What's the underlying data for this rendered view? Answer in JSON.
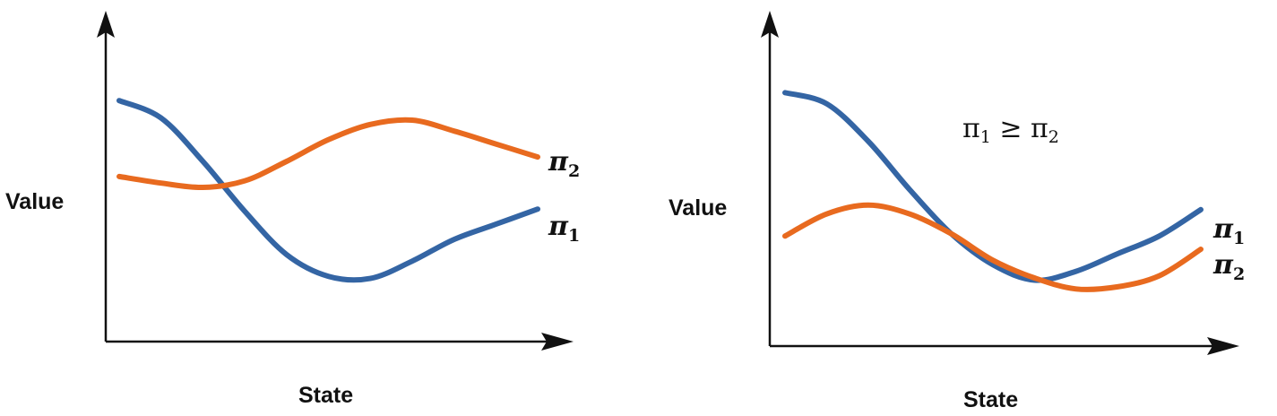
{
  "colors": {
    "pi1": "#3465a4",
    "pi2": "#e86a1f",
    "axis": "#111111",
    "background": "#ffffff"
  },
  "chart_data": [
    {
      "type": "line",
      "xlabel": "State",
      "ylabel": "Value",
      "xlim": [
        0,
        10
      ],
      "ylim": [
        0,
        10
      ],
      "ticks": "none",
      "grid": false,
      "legend": "direct labels at right end of lines",
      "annotation": "",
      "series": [
        {
          "name": "π1",
          "name_main": "π",
          "name_sub": "1",
          "color": "#3465a4",
          "x": [
            0,
            1,
            2,
            3,
            4,
            5,
            6,
            7,
            8,
            9,
            10
          ],
          "y": [
            9.0,
            8.2,
            6.2,
            3.9,
            1.9,
            0.9,
            0.8,
            1.6,
            2.6,
            3.3,
            4.0
          ]
        },
        {
          "name": "π2",
          "name_main": "π",
          "name_sub": "2",
          "color": "#e86a1f",
          "x": [
            0,
            1,
            2,
            3,
            4,
            5,
            6,
            7,
            8,
            9,
            10
          ],
          "y": [
            5.5,
            5.2,
            5.0,
            5.3,
            6.2,
            7.2,
            7.9,
            8.1,
            7.6,
            7.0,
            6.4
          ]
        }
      ]
    },
    {
      "type": "line",
      "xlabel": "State",
      "ylabel": "Value",
      "xlim": [
        0,
        10
      ],
      "ylim": [
        0,
        10
      ],
      "ticks": "none",
      "grid": false,
      "legend": "direct labels at right end of lines",
      "annotation": "π1 ≥ π2",
      "annotation_parts": [
        "π",
        "1",
        " ≥ π",
        "2"
      ],
      "series": [
        {
          "name": "π1",
          "name_main": "π",
          "name_sub": "1",
          "color": "#3465a4",
          "x": [
            0,
            1,
            2,
            3,
            4,
            5,
            6,
            7,
            8,
            9,
            10
          ],
          "y": [
            9.7,
            9.2,
            7.5,
            5.3,
            3.3,
            1.9,
            1.2,
            1.6,
            2.4,
            3.2,
            4.4
          ]
        },
        {
          "name": "π2",
          "name_main": "π",
          "name_sub": "2",
          "color": "#e86a1f",
          "x": [
            0,
            1,
            2,
            3,
            4,
            5,
            6,
            7,
            8,
            9,
            10
          ],
          "y": [
            3.2,
            4.2,
            4.6,
            4.2,
            3.3,
            2.1,
            1.3,
            0.8,
            0.9,
            1.4,
            2.6
          ]
        }
      ]
    }
  ]
}
